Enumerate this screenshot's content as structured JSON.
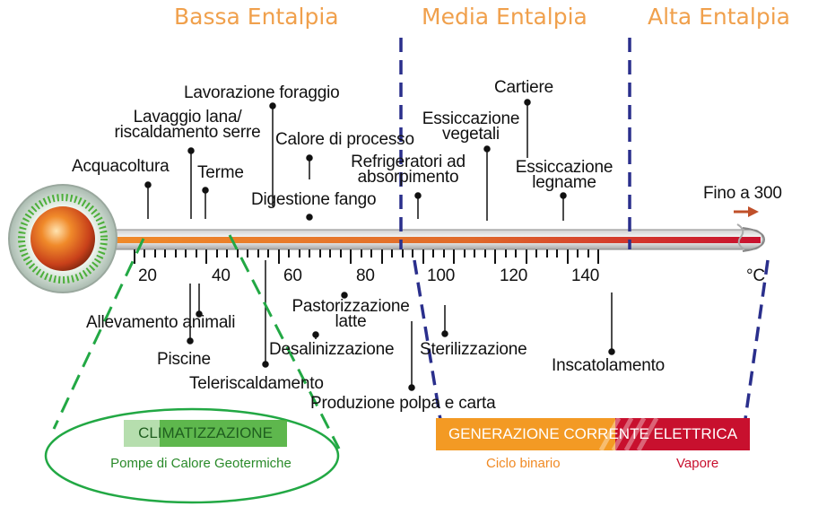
{
  "zones": {
    "bassa": "Bassa Entalpia",
    "media": "Media Entalpia",
    "alta": "Alta Entalpia"
  },
  "scale": {
    "ticks": [
      "20",
      "40",
      "60",
      "80",
      "100",
      "120",
      "140"
    ],
    "unit": "°C",
    "max_label": "Fino a 300"
  },
  "above": {
    "acquacoltura": "Acquacoltura",
    "lavaggio": [
      "Lavaggio lana/",
      "riscaldamento serre"
    ],
    "terme": "Terme",
    "foraggio": "Lavorazione foraggio",
    "digestione": "Digestione fango",
    "calore": "Calore di processo",
    "refrigeratori": [
      "Refrigeratori ad",
      "absorpimento"
    ],
    "vegetali": [
      "Essiccazione",
      "vegetali"
    ],
    "cartiere": "Cartiere",
    "legname": [
      "Essiccazione",
      "legname"
    ]
  },
  "below": {
    "allevamento": "Allevamento animali",
    "piscine": "Piscine",
    "teleriscaldamento": "Teleriscaldamento",
    "pastorizzazione": [
      "Pastorizzazione",
      "latte"
    ],
    "desalinizzazione": "Desalinizzazione",
    "produzione": "Produzione polpa e carta",
    "sterilizzazione": "Sterilizzazione",
    "inscatolamento": "Inscatolamento"
  },
  "bands": {
    "climatizzazione": {
      "title": "CLIMATIZZAZIONE",
      "subtitle": "Pompe di Calore Geotermiche",
      "color": "#3aa63a"
    },
    "generazione": {
      "title": "GENERAZIONE CORRENTE ELETTRICA",
      "ciclo": "Ciclo binario",
      "vapore": "Vapore",
      "orange": "#f39a24",
      "red": "#c8102e"
    }
  },
  "colors": {
    "zone_text": "#f0a04c",
    "divider": "#2a2f8c",
    "green": "#22a844"
  }
}
